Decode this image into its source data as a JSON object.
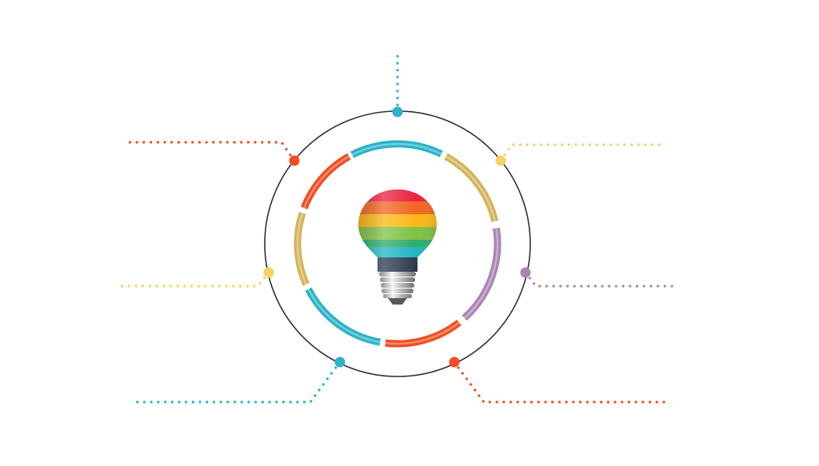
{
  "diagram": {
    "colors": {
      "outline": "#2f2f3a",
      "teal": "#2bb3c9",
      "gold": "#d4b45a",
      "orange": "#f04e23",
      "yellow": "#f7d163",
      "purple": "#a985b3"
    },
    "center_icon": "rainbow-light-bulb-icon",
    "ring_segments": [
      {
        "color_key": "teal"
      },
      {
        "color_key": "gold"
      },
      {
        "color_key": "purple"
      },
      {
        "color_key": "orange"
      },
      {
        "color_key": "teal"
      },
      {
        "color_key": "gold"
      },
      {
        "color_key": "orange"
      }
    ],
    "callouts": [
      {
        "color_key": "teal"
      },
      {
        "color_key": "yellow"
      },
      {
        "color_key": "purple"
      },
      {
        "color_key": "orange"
      },
      {
        "color_key": "teal"
      },
      {
        "color_key": "yellow"
      },
      {
        "color_key": "orange"
      }
    ]
  }
}
